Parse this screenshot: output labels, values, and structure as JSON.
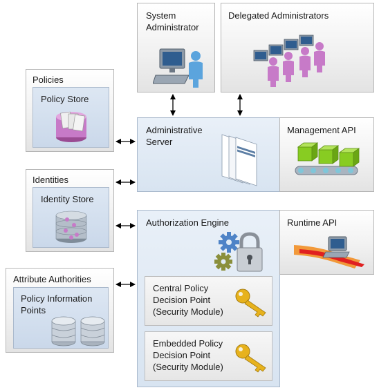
{
  "boxes": {
    "system_admin": "System Administrator",
    "delegated_admins": "Delegated Administrators",
    "policies": "Policies",
    "policy_store": "Policy Store",
    "admin_server": "Administrative Server",
    "management_api": "Management API",
    "identities": "Identities",
    "identity_store": "Identity Store",
    "authorization_engine": "Authorization Engine",
    "runtime_api": "Runtime API",
    "attribute_authorities": "Attribute Authorities",
    "policy_info_points": "Policy Information Points",
    "central_pdp": "Central Policy Decision Point (Security Module)",
    "embedded_pdp": "Embedded Policy Decision Point (Security Module)"
  },
  "icons": {
    "system_admin": "computer-user-icon",
    "delegated_admins": "multiple-users-icon",
    "policy_store": "database-cylinder-icon",
    "admin_server": "server-pages-icon",
    "management_api": "conveyor-icon",
    "identity_store": "identity-store-icon",
    "authorization_engine": "gears-lock-icon",
    "runtime_api": "runtime-api-icon",
    "policy_info_points": "database-disks-icon",
    "central_pdp": "key-icon",
    "embedded_pdp": "key-icon"
  },
  "colors": {
    "accent_blue": "#d8e4f1",
    "gray_panel": "#f1f1f1",
    "person_blue": "#5ba4dd",
    "person_magenta": "#c77ac8",
    "cube_green": "#88cc22",
    "key_gold": "#e7b21d"
  }
}
